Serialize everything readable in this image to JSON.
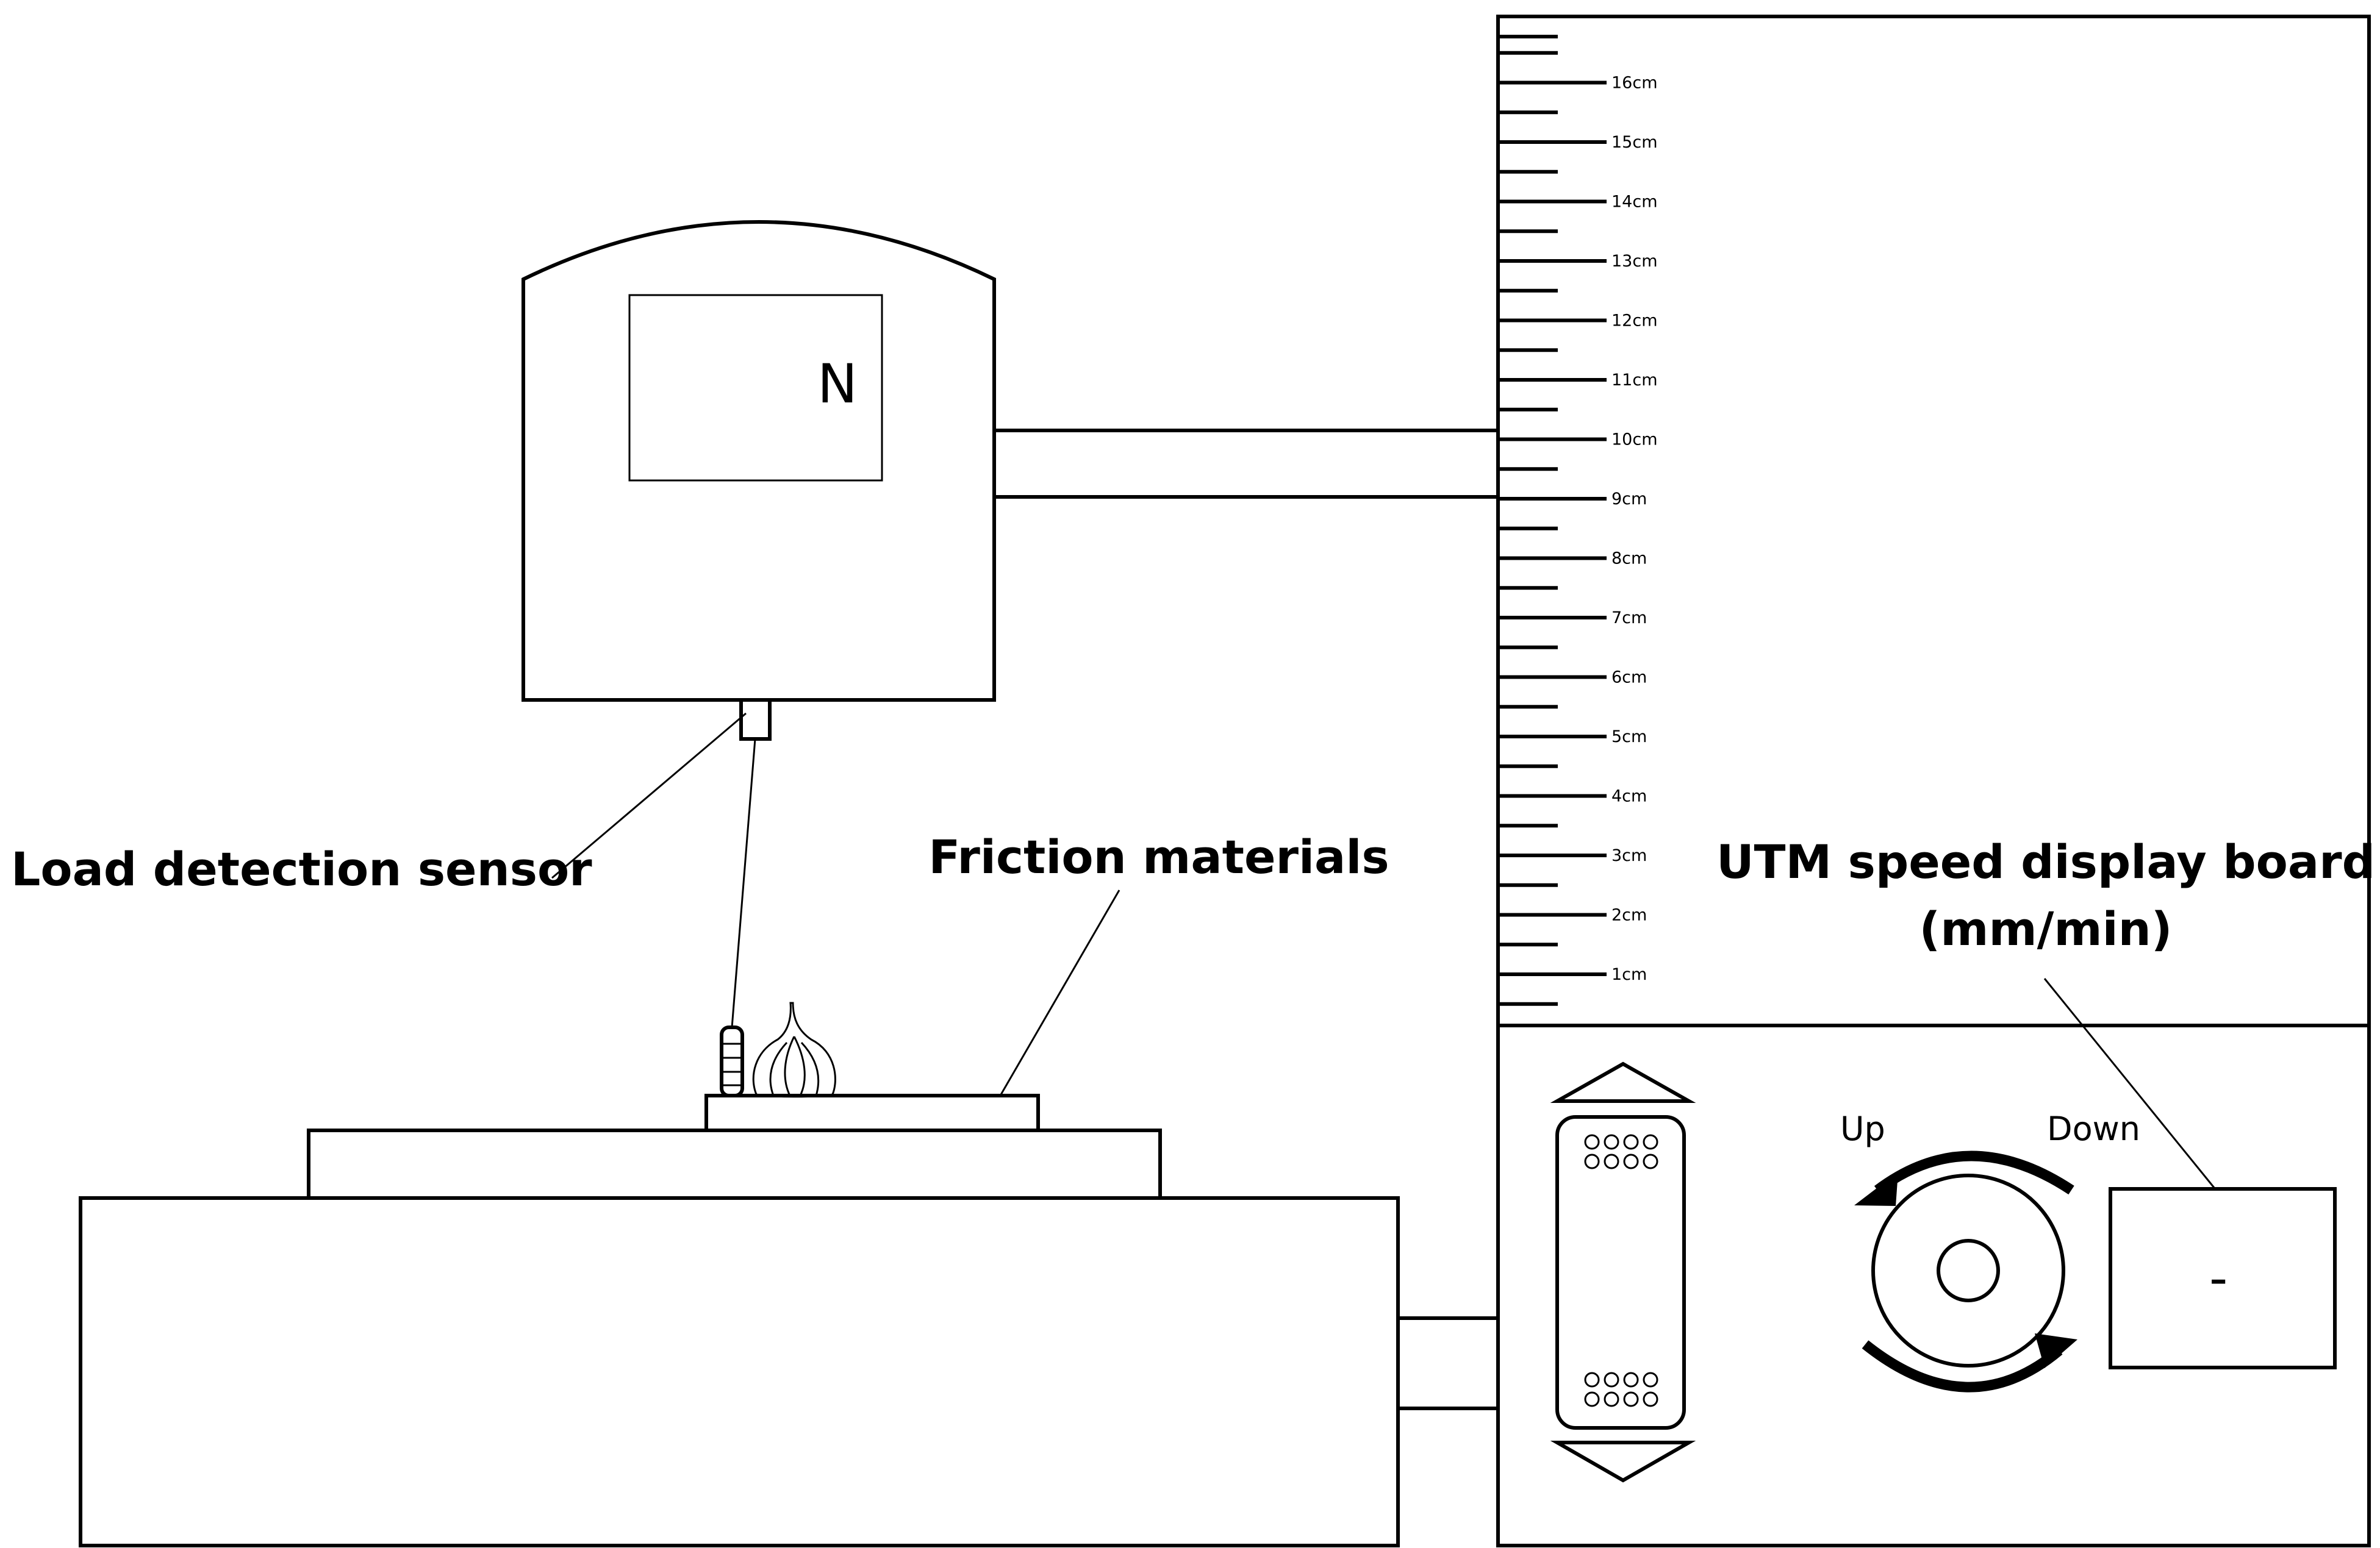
{
  "load_cell_display": "N",
  "labels": {
    "load_sensor": "Load detection sensor",
    "friction_materials": "Friction materials",
    "utm_display_line1": "UTM speed display board",
    "utm_display_line2": "(mm/min)",
    "up": "Up",
    "down": "Down"
  },
  "speed_display_value": "-",
  "ruler": {
    "unit": "cm",
    "labels": [
      "1cm",
      "2cm",
      "3cm",
      "4cm",
      "5cm",
      "6cm",
      "7cm",
      "8cm",
      "9cm",
      "10cm",
      "11cm",
      "12cm",
      "13cm",
      "14cm",
      "15cm",
      "16cm"
    ]
  }
}
